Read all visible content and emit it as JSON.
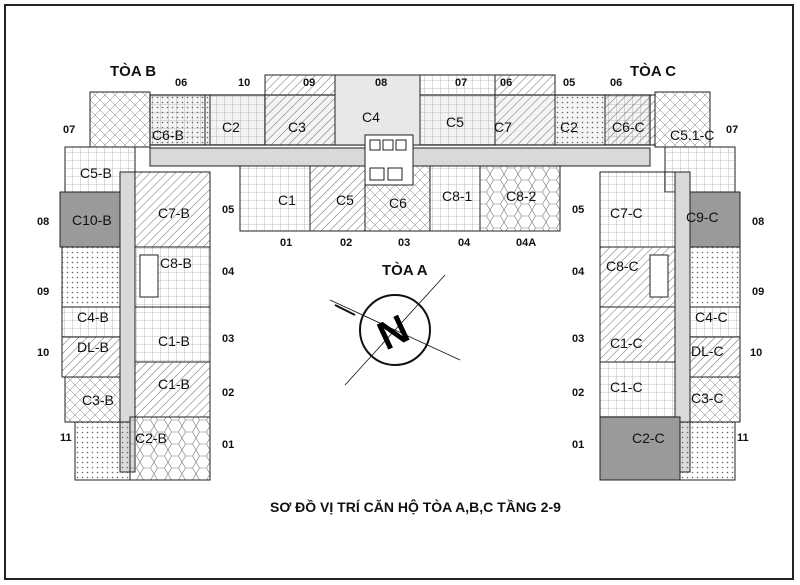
{
  "title": "SƠ ĐỒ VỊ TRÍ CĂN HỘ TÒA A,B,C TẦNG 2-9",
  "towers": {
    "a": "TÒA A",
    "b": "TÒA B",
    "c": "TÒA C"
  },
  "compass_letter": "N",
  "tower_b": {
    "unit_labels": [
      "C6-B",
      "C2",
      "C5-B",
      "C10-B",
      "C7-B",
      "C8-B",
      "C4-B",
      "DL-B",
      "C1-B",
      "C1-B",
      "C3-B",
      "C2-B"
    ],
    "numbers": [
      "06",
      "10",
      "07",
      "08",
      "05",
      "04",
      "09",
      "03",
      "10",
      "02",
      "11",
      "01"
    ]
  },
  "tower_a": {
    "unit_labels": [
      "C3",
      "C4",
      "C5",
      "C7",
      "C1",
      "C5",
      "C6",
      "C8-1",
      "C8-2"
    ],
    "top_numbers": [
      "09",
      "08",
      "07",
      "06"
    ],
    "bottom_numbers": [
      "01",
      "02",
      "03",
      "04",
      "04A"
    ]
  },
  "tower_c": {
    "unit_labels": [
      "C2",
      "C6-C",
      "C5.1-C",
      "C7-C",
      "C9-C",
      "C8-C",
      "C4-C",
      "C1-C",
      "DL-C",
      "C1-C",
      "C3-C",
      "C2-C"
    ],
    "numbers": [
      "05",
      "06",
      "07",
      "05",
      "08",
      "04",
      "09",
      "03",
      "10",
      "02",
      "01",
      "11"
    ]
  },
  "colors": {
    "ink": "#1a1a1a",
    "hatch": "#555555",
    "corridor": "#d9d9d9",
    "fill_dark": "#9a9a9a"
  }
}
